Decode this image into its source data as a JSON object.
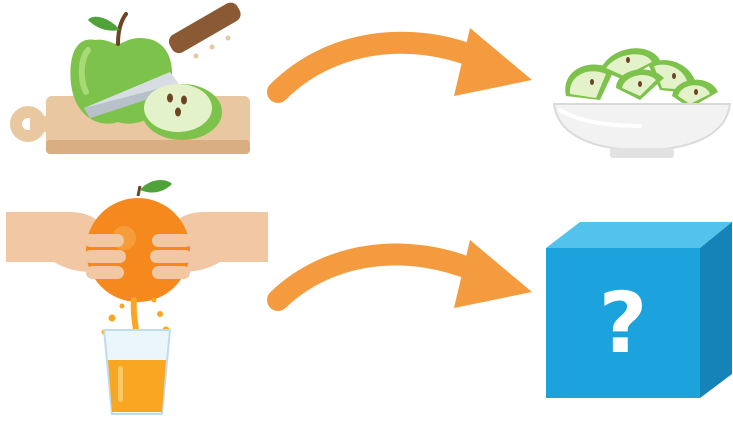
{
  "rows": [
    {
      "id": "apple",
      "input": "apple-on-cutting-board",
      "action": "slicing-with-knife",
      "arrow_icon": "curved-arrow-right-icon",
      "output": "bowl-of-apple-slices"
    },
    {
      "id": "orange",
      "input": "hands-squeezing-orange",
      "action": "squeezing-into-glass",
      "arrow_icon": "curved-arrow-right-icon",
      "output": "mystery-box"
    }
  ],
  "mystery_box": {
    "symbol": "?"
  },
  "colors": {
    "arrow": "#F59B3F",
    "apple_green": "#7DC24B",
    "apple_flesh": "#E3F2C8",
    "board": "#E9C7A0",
    "bowl": "#F2F2F2",
    "orange": "#F5891E",
    "juice": "#F9A623",
    "skin": "#F1C7A4",
    "box_front": "#1CA3DE",
    "box_top": "#53C2EC",
    "box_side": "#1583B7"
  }
}
